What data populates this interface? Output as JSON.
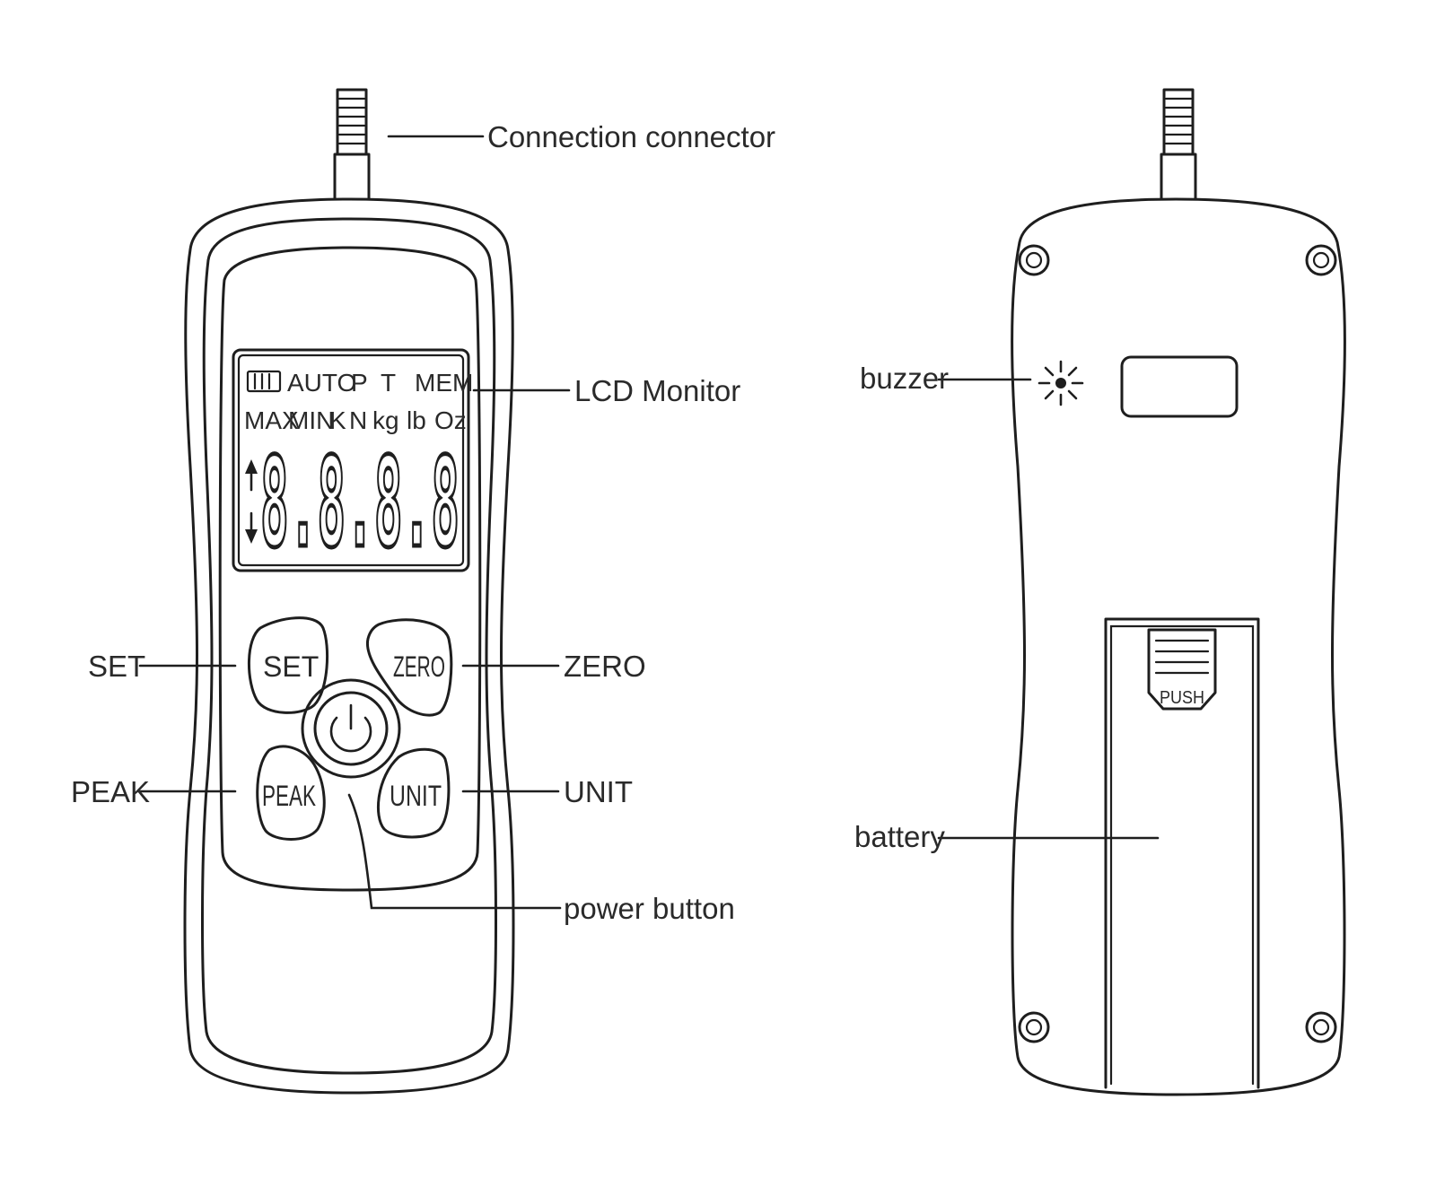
{
  "labels": {
    "connection_connector": "Connection connector",
    "lcd_monitor": "LCD Monitor",
    "set": "SET",
    "zero": "ZERO",
    "peak": "PEAK",
    "unit": "UNIT",
    "power_button": "power button",
    "buzzer": "buzzer",
    "battery": "battery"
  },
  "buttons": {
    "set": "SET",
    "zero": "ZERO",
    "peak": "PEAK",
    "unit": "UNIT"
  },
  "lcd": {
    "row1": [
      "AUTO",
      "P",
      "T",
      "MEM"
    ],
    "row2": [
      "MAX",
      "MIN",
      "K",
      "N",
      "kg",
      "lb",
      "Oz"
    ],
    "digits": "8.8.8.8"
  },
  "battery_cover": {
    "push_label": "PUSH"
  },
  "icons": {
    "power": "power-icon",
    "buzzer": "buzzer-icon",
    "battery_indicator": "battery-indicator-icon",
    "arrows": "up-down-arrow-icon",
    "screws": "screw-icon"
  }
}
